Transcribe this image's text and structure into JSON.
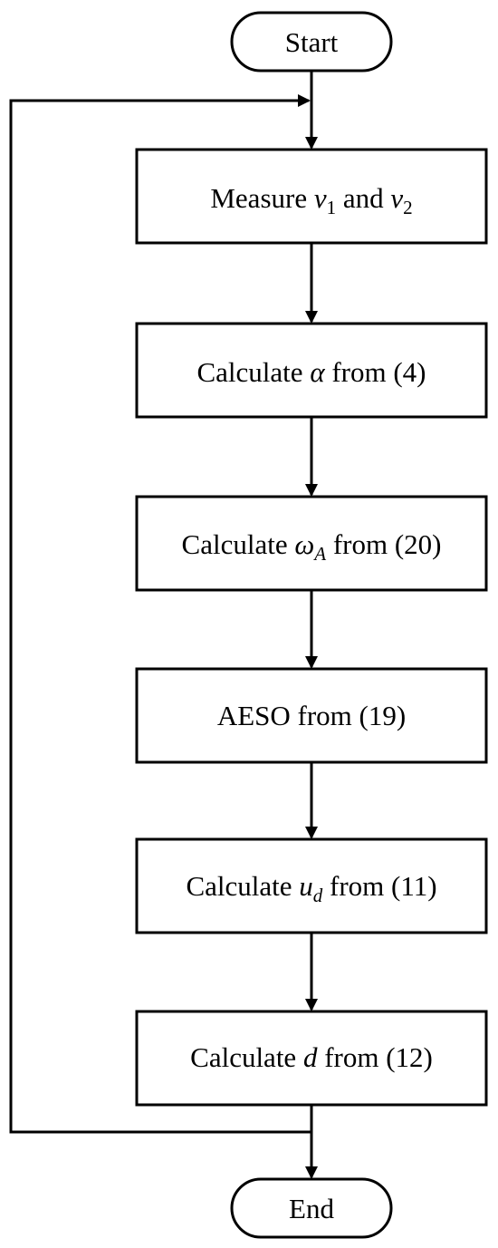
{
  "flowchart": {
    "start": {
      "label": "Start"
    },
    "end": {
      "label": "End"
    },
    "steps": [
      {
        "id": "measure",
        "pre": "Measure ",
        "v1": "v",
        "v1_sub": "1",
        "mid": " and ",
        "v2": "v",
        "v2_sub": "2"
      },
      {
        "id": "calc-alpha",
        "pre": "Calculate ",
        "symbol": "α",
        "post": " from (4)"
      },
      {
        "id": "calc-omega",
        "pre": "Calculate ",
        "symbol": "ω",
        "symbol_sub": "A",
        "post": " from (20)"
      },
      {
        "id": "aeso",
        "text": "AESO from (19)"
      },
      {
        "id": "calc-ud",
        "pre": "Calculate ",
        "symbol": "u",
        "symbol_sub": "d",
        "post": " from (11)"
      },
      {
        "id": "calc-d",
        "pre": "Calculate ",
        "symbol": "d",
        "post": " from (12)"
      }
    ]
  },
  "colors": {
    "line": "#000000",
    "fill": "#ffffff",
    "text": "#000000"
  }
}
